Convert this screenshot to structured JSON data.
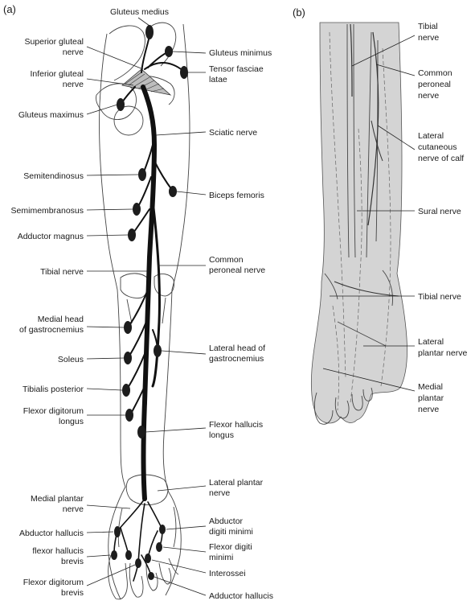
{
  "panels": {
    "a": "(a)",
    "b": "(b)"
  },
  "labels_a": [
    {
      "id": "gluteus-medius",
      "lines": [
        "Gluteus medius"
      ]
    },
    {
      "id": "superior-gluteal-nerve",
      "lines": [
        "Superior gluteal",
        "nerve"
      ]
    },
    {
      "id": "gluteus-minimus",
      "lines": [
        "Gluteus minimus"
      ]
    },
    {
      "id": "tensor-fasciae-latae",
      "lines": [
        "Tensor fasciae",
        "latae"
      ]
    },
    {
      "id": "inferior-gluteal-nerve",
      "lines": [
        "Inferior gluteal",
        "nerve"
      ]
    },
    {
      "id": "gluteus-maximus",
      "lines": [
        "Gluteus maximus"
      ]
    },
    {
      "id": "sciatic-nerve",
      "lines": [
        "Sciatic nerve"
      ]
    },
    {
      "id": "semitendinosus",
      "lines": [
        "Semitendinosus"
      ]
    },
    {
      "id": "biceps-femoris",
      "lines": [
        "Biceps femoris"
      ]
    },
    {
      "id": "semimembranosus",
      "lines": [
        "Semimembranosus"
      ]
    },
    {
      "id": "adductor-magnus",
      "lines": [
        "Adductor magnus"
      ]
    },
    {
      "id": "tibial-nerve-a",
      "lines": [
        "Tibial nerve"
      ]
    },
    {
      "id": "common-peroneal-nerve-a",
      "lines": [
        "Common",
        "peroneal nerve"
      ]
    },
    {
      "id": "medial-head-gastrocnemius",
      "lines": [
        "Medial head",
        "of gastrocnemius"
      ]
    },
    {
      "id": "soleus",
      "lines": [
        "Soleus"
      ]
    },
    {
      "id": "lateral-head-gastrocnemius",
      "lines": [
        "Lateral head of",
        "gastrocnemius"
      ]
    },
    {
      "id": "tibialis-posterior",
      "lines": [
        "Tibialis posterior"
      ]
    },
    {
      "id": "flexor-digitorum-longus",
      "lines": [
        "Flexor digitorum",
        "longus"
      ]
    },
    {
      "id": "flexor-hallucis-longus",
      "lines": [
        "Flexor hallucis",
        "longus"
      ]
    },
    {
      "id": "lateral-plantar-nerve-a",
      "lines": [
        "Lateral plantar",
        "nerve"
      ]
    },
    {
      "id": "medial-plantar-nerve-a",
      "lines": [
        "Medial plantar",
        "nerve"
      ]
    },
    {
      "id": "abductor-digiti-minimi",
      "lines": [
        "Abductor",
        "digiti minimi"
      ]
    },
    {
      "id": "abductor-hallucis",
      "lines": [
        "Abductor hallucis"
      ]
    },
    {
      "id": "flexor-digiti-minimi",
      "lines": [
        "Flexor digiti",
        "minimi"
      ]
    },
    {
      "id": "flexor-hallucis-brevis",
      "lines": [
        "flexor hallucis",
        "brevis"
      ]
    },
    {
      "id": "interossei",
      "lines": [
        "Interossei"
      ]
    },
    {
      "id": "flexor-digitorum-brevis",
      "lines": [
        "Flexor digitorum",
        "brevis"
      ]
    },
    {
      "id": "adductor-hallucis",
      "lines": [
        "Adductor hallucis"
      ]
    }
  ],
  "labels_b": [
    {
      "id": "tibial-nerve-b-top",
      "lines": [
        "Tibial",
        "nerve"
      ]
    },
    {
      "id": "common-peroneal-nerve-b",
      "lines": [
        "Common",
        "peroneal",
        "nerve"
      ]
    },
    {
      "id": "lateral-cutaneous-nerve-calf",
      "lines": [
        "Lateral",
        "cutaneous",
        "nerve of calf"
      ]
    },
    {
      "id": "sural-nerve",
      "lines": [
        "Sural nerve"
      ]
    },
    {
      "id": "tibial-nerve-b",
      "lines": [
        "Tibial nerve"
      ]
    },
    {
      "id": "lateral-plantar-nerve-b",
      "lines": [
        "Lateral",
        "plantar nerve"
      ]
    },
    {
      "id": "medial-plantar-nerve-b",
      "lines": [
        "Medial",
        "plantar",
        "nerve"
      ]
    }
  ]
}
